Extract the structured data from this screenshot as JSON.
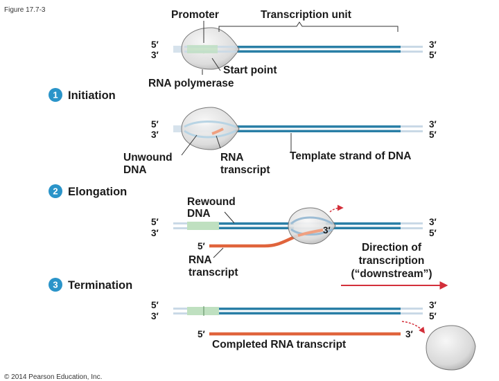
{
  "figure_label": "Figure 17.7-3",
  "copyright": "© 2014 Pearson Education, Inc.",
  "colors": {
    "dna_strand": "#2a7fa6",
    "dna_pale": "#c9d9e6",
    "promoter": "#bfe0c0",
    "rna": "#e0643c",
    "polymerase_fill": "#dcdcdc",
    "step_badge": "#2a94c9",
    "arrow": "#d32f3a"
  },
  "top": {
    "promoter": "Promoter",
    "transcription_unit": "Transcription unit",
    "start_point": "Start point",
    "rna_polymerase": "RNA polymerase",
    "five_prime": "5′",
    "three_prime": "3′"
  },
  "steps": {
    "initiation": {
      "num": "1",
      "title": "Initiation"
    },
    "elongation": {
      "num": "2",
      "title": "Elongation"
    },
    "termination": {
      "num": "3",
      "title": "Termination"
    }
  },
  "initiation": {
    "unwound_1": "Unwound",
    "unwound_2": "DNA",
    "rna_1": "RNA",
    "rna_2": "transcript",
    "template": "Template strand of DNA"
  },
  "elongation": {
    "rewound_1": "Rewound",
    "rewound_2": "DNA",
    "rna_1": "RNA",
    "rna_2": "transcript",
    "direction_1": "Direction of",
    "direction_2": "transcription",
    "direction_3": "(“downstream”)"
  },
  "termination": {
    "completed": "Completed RNA transcript"
  }
}
